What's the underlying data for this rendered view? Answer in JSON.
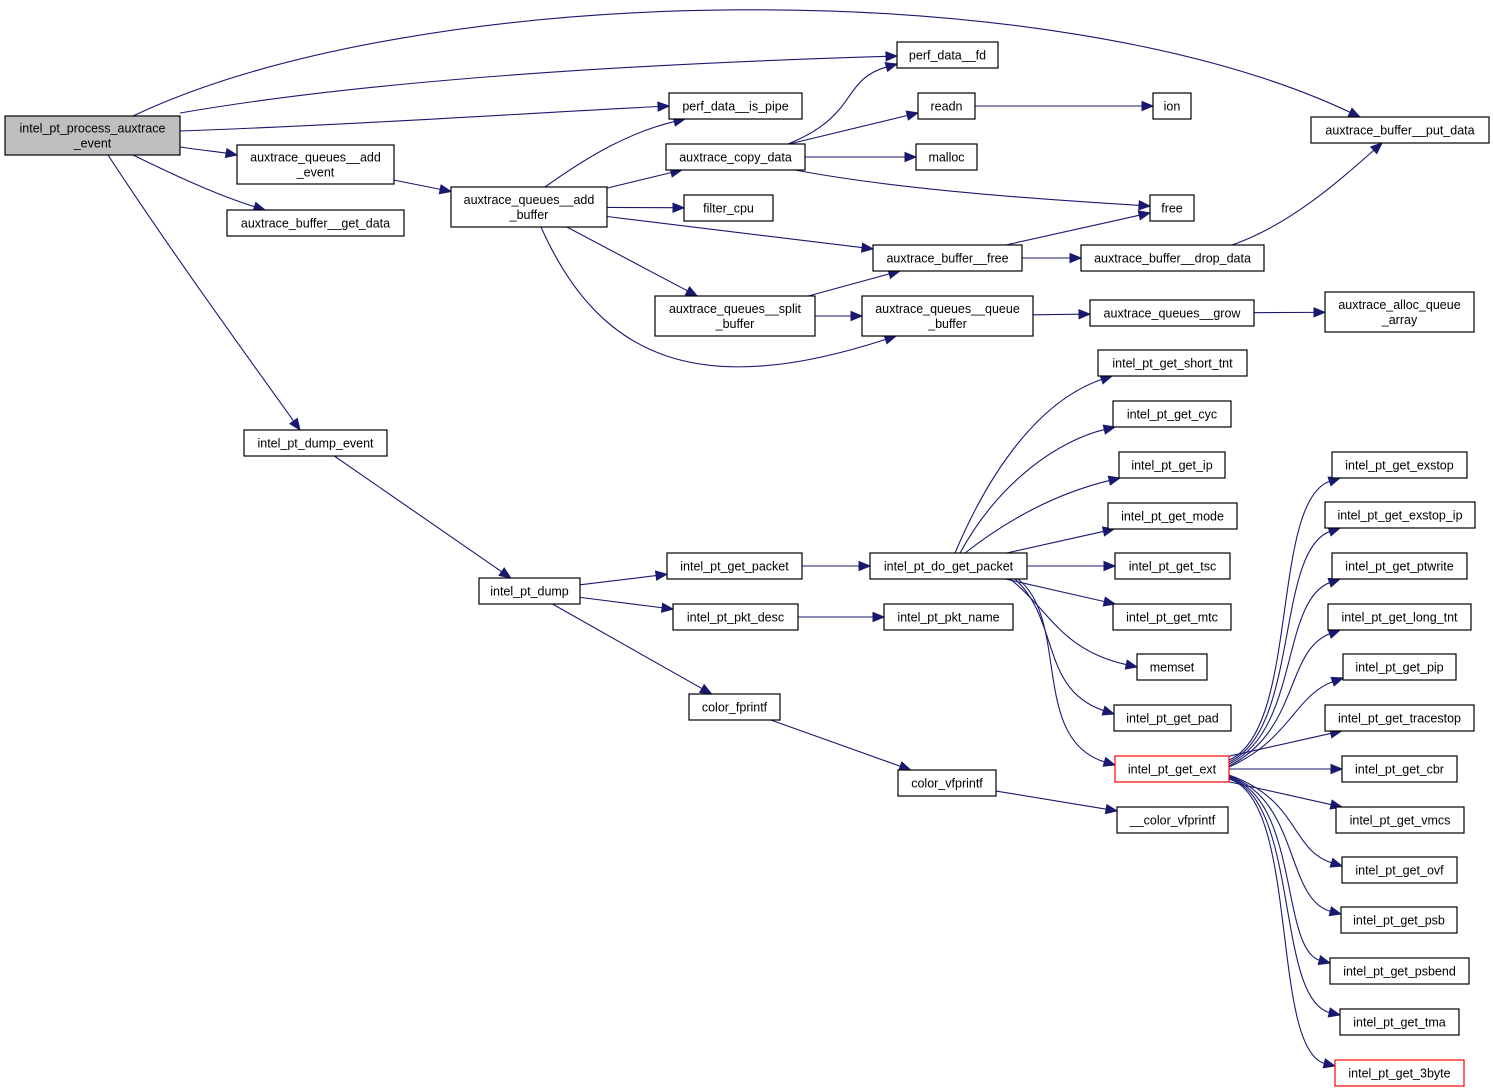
{
  "diagram": {
    "type": "call-graph",
    "edge_color": "#191970",
    "root_fill": "#bfbfbf",
    "truncated_border_color": "#ff0000",
    "nodes": [
      {
        "id": "root",
        "lines": [
          "intel_pt_process_auxtrace",
          "_event"
        ],
        "root": true
      },
      {
        "id": "perf_data__fd",
        "lines": [
          "perf_data__fd"
        ]
      },
      {
        "id": "perf_data__is_pipe",
        "lines": [
          "perf_data__is_pipe"
        ]
      },
      {
        "id": "auxtrace_queues__add_event",
        "lines": [
          "auxtrace_queues__add",
          "_event"
        ]
      },
      {
        "id": "auxtrace_buffer__get_data",
        "lines": [
          "auxtrace_buffer__get_data"
        ]
      },
      {
        "id": "intel_pt_dump_event",
        "lines": [
          "intel_pt_dump_event"
        ]
      },
      {
        "id": "auxtrace_buffer__put_data",
        "lines": [
          "auxtrace_buffer__put_data"
        ]
      },
      {
        "id": "auxtrace_queues__add_buffer",
        "lines": [
          "auxtrace_queues__add",
          "_buffer"
        ]
      },
      {
        "id": "auxtrace_copy_data",
        "lines": [
          "auxtrace_copy_data"
        ]
      },
      {
        "id": "filter_cpu",
        "lines": [
          "filter_cpu"
        ]
      },
      {
        "id": "auxtrace_buffer__free",
        "lines": [
          "auxtrace_buffer__free"
        ]
      },
      {
        "id": "auxtrace_queues__split_buffer",
        "lines": [
          "auxtrace_queues__split",
          "_buffer"
        ]
      },
      {
        "id": "auxtrace_queues__queue_buffer",
        "lines": [
          "auxtrace_queues__queue",
          "_buffer"
        ]
      },
      {
        "id": "readn",
        "lines": [
          "readn"
        ]
      },
      {
        "id": "ion",
        "lines": [
          "ion"
        ]
      },
      {
        "id": "malloc",
        "lines": [
          "malloc"
        ]
      },
      {
        "id": "free",
        "lines": [
          "free"
        ]
      },
      {
        "id": "auxtrace_buffer__drop_data",
        "lines": [
          "auxtrace_buffer__drop_data"
        ]
      },
      {
        "id": "auxtrace_queues__grow",
        "lines": [
          "auxtrace_queues__grow"
        ]
      },
      {
        "id": "auxtrace_alloc_queue_array",
        "lines": [
          "auxtrace_alloc_queue",
          "_array"
        ]
      },
      {
        "id": "intel_pt_dump",
        "lines": [
          "intel_pt_dump"
        ]
      },
      {
        "id": "intel_pt_get_packet",
        "lines": [
          "intel_pt_get_packet"
        ]
      },
      {
        "id": "intel_pt_pkt_desc",
        "lines": [
          "intel_pt_pkt_desc"
        ]
      },
      {
        "id": "color_fprintf",
        "lines": [
          "color_fprintf"
        ]
      },
      {
        "id": "intel_pt_do_get_packet",
        "lines": [
          "intel_pt_do_get_packet"
        ]
      },
      {
        "id": "intel_pt_pkt_name",
        "lines": [
          "intel_pt_pkt_name"
        ]
      },
      {
        "id": "color_vfprintf",
        "lines": [
          "color_vfprintf"
        ]
      },
      {
        "id": "__color_vfprintf",
        "lines": [
          "__color_vfprintf"
        ]
      },
      {
        "id": "intel_pt_get_short_tnt",
        "lines": [
          "intel_pt_get_short_tnt"
        ]
      },
      {
        "id": "intel_pt_get_cyc",
        "lines": [
          "intel_pt_get_cyc"
        ]
      },
      {
        "id": "intel_pt_get_ip",
        "lines": [
          "intel_pt_get_ip"
        ]
      },
      {
        "id": "intel_pt_get_mode",
        "lines": [
          "intel_pt_get_mode"
        ]
      },
      {
        "id": "intel_pt_get_tsc",
        "lines": [
          "intel_pt_get_tsc"
        ]
      },
      {
        "id": "intel_pt_get_mtc",
        "lines": [
          "intel_pt_get_mtc"
        ]
      },
      {
        "id": "memset",
        "lines": [
          "memset"
        ]
      },
      {
        "id": "intel_pt_get_pad",
        "lines": [
          "intel_pt_get_pad"
        ]
      },
      {
        "id": "intel_pt_get_ext",
        "lines": [
          "intel_pt_get_ext"
        ],
        "truncated": true
      },
      {
        "id": "intel_pt_get_exstop",
        "lines": [
          "intel_pt_get_exstop"
        ]
      },
      {
        "id": "intel_pt_get_exstop_ip",
        "lines": [
          "intel_pt_get_exstop_ip"
        ]
      },
      {
        "id": "intel_pt_get_ptwrite",
        "lines": [
          "intel_pt_get_ptwrite"
        ]
      },
      {
        "id": "intel_pt_get_long_tnt",
        "lines": [
          "intel_pt_get_long_tnt"
        ]
      },
      {
        "id": "intel_pt_get_pip",
        "lines": [
          "intel_pt_get_pip"
        ]
      },
      {
        "id": "intel_pt_get_tracestop",
        "lines": [
          "intel_pt_get_tracestop"
        ]
      },
      {
        "id": "intel_pt_get_cbr",
        "lines": [
          "intel_pt_get_cbr"
        ]
      },
      {
        "id": "intel_pt_get_vmcs",
        "lines": [
          "intel_pt_get_vmcs"
        ]
      },
      {
        "id": "intel_pt_get_ovf",
        "lines": [
          "intel_pt_get_ovf"
        ]
      },
      {
        "id": "intel_pt_get_psb",
        "lines": [
          "intel_pt_get_psb"
        ]
      },
      {
        "id": "intel_pt_get_psbend",
        "lines": [
          "intel_pt_get_psbend"
        ]
      },
      {
        "id": "intel_pt_get_tma",
        "lines": [
          "intel_pt_get_tma"
        ]
      },
      {
        "id": "intel_pt_get_3byte",
        "lines": [
          "intel_pt_get_3byte"
        ],
        "truncated": true
      }
    ],
    "edges": [
      [
        "root",
        "auxtrace_buffer__put_data"
      ],
      [
        "root",
        "perf_data__fd"
      ],
      [
        "root",
        "perf_data__is_pipe"
      ],
      [
        "root",
        "auxtrace_queues__add_event"
      ],
      [
        "root",
        "auxtrace_buffer__get_data"
      ],
      [
        "root",
        "intel_pt_dump_event"
      ],
      [
        "auxtrace_queues__add_event",
        "auxtrace_queues__add_buffer"
      ],
      [
        "auxtrace_queues__add_buffer",
        "perf_data__is_pipe"
      ],
      [
        "auxtrace_queues__add_buffer",
        "auxtrace_copy_data"
      ],
      [
        "auxtrace_queues__add_buffer",
        "filter_cpu"
      ],
      [
        "auxtrace_queues__add_buffer",
        "auxtrace_buffer__free"
      ],
      [
        "auxtrace_queues__add_buffer",
        "auxtrace_queues__split_buffer"
      ],
      [
        "auxtrace_queues__add_buffer",
        "auxtrace_queues__queue_buffer"
      ],
      [
        "auxtrace_copy_data",
        "perf_data__fd"
      ],
      [
        "auxtrace_copy_data",
        "readn"
      ],
      [
        "auxtrace_copy_data",
        "malloc"
      ],
      [
        "auxtrace_copy_data",
        "free"
      ],
      [
        "readn",
        "ion"
      ],
      [
        "auxtrace_buffer__free",
        "free"
      ],
      [
        "auxtrace_buffer__free",
        "auxtrace_buffer__drop_data"
      ],
      [
        "auxtrace_buffer__drop_data",
        "auxtrace_buffer__put_data"
      ],
      [
        "auxtrace_queues__split_buffer",
        "auxtrace_buffer__free"
      ],
      [
        "auxtrace_queues__split_buffer",
        "auxtrace_queues__queue_buffer"
      ],
      [
        "auxtrace_queues__queue_buffer",
        "auxtrace_queues__grow"
      ],
      [
        "auxtrace_queues__grow",
        "auxtrace_alloc_queue_array"
      ],
      [
        "intel_pt_dump_event",
        "intel_pt_dump"
      ],
      [
        "intel_pt_dump",
        "intel_pt_get_packet"
      ],
      [
        "intel_pt_dump",
        "intel_pt_pkt_desc"
      ],
      [
        "intel_pt_dump",
        "color_fprintf"
      ],
      [
        "intel_pt_get_packet",
        "intel_pt_do_get_packet"
      ],
      [
        "intel_pt_pkt_desc",
        "intel_pt_pkt_name"
      ],
      [
        "color_fprintf",
        "color_vfprintf"
      ],
      [
        "color_vfprintf",
        "__color_vfprintf"
      ],
      [
        "intel_pt_do_get_packet",
        "intel_pt_get_short_tnt"
      ],
      [
        "intel_pt_do_get_packet",
        "intel_pt_get_cyc"
      ],
      [
        "intel_pt_do_get_packet",
        "intel_pt_get_ip"
      ],
      [
        "intel_pt_do_get_packet",
        "intel_pt_get_mode"
      ],
      [
        "intel_pt_do_get_packet",
        "intel_pt_get_tsc"
      ],
      [
        "intel_pt_do_get_packet",
        "intel_pt_get_mtc"
      ],
      [
        "intel_pt_do_get_packet",
        "memset"
      ],
      [
        "intel_pt_do_get_packet",
        "intel_pt_get_pad"
      ],
      [
        "intel_pt_do_get_packet",
        "intel_pt_get_ext"
      ],
      [
        "intel_pt_get_ext",
        "intel_pt_get_exstop"
      ],
      [
        "intel_pt_get_ext",
        "intel_pt_get_exstop_ip"
      ],
      [
        "intel_pt_get_ext",
        "intel_pt_get_ptwrite"
      ],
      [
        "intel_pt_get_ext",
        "intel_pt_get_long_tnt"
      ],
      [
        "intel_pt_get_ext",
        "intel_pt_get_pip"
      ],
      [
        "intel_pt_get_ext",
        "intel_pt_get_tracestop"
      ],
      [
        "intel_pt_get_ext",
        "intel_pt_get_cbr"
      ],
      [
        "intel_pt_get_ext",
        "intel_pt_get_vmcs"
      ],
      [
        "intel_pt_get_ext",
        "intel_pt_get_ovf"
      ],
      [
        "intel_pt_get_ext",
        "intel_pt_get_psb"
      ],
      [
        "intel_pt_get_ext",
        "intel_pt_get_psbend"
      ],
      [
        "intel_pt_get_ext",
        "intel_pt_get_tma"
      ],
      [
        "intel_pt_get_ext",
        "intel_pt_get_3byte"
      ]
    ]
  }
}
